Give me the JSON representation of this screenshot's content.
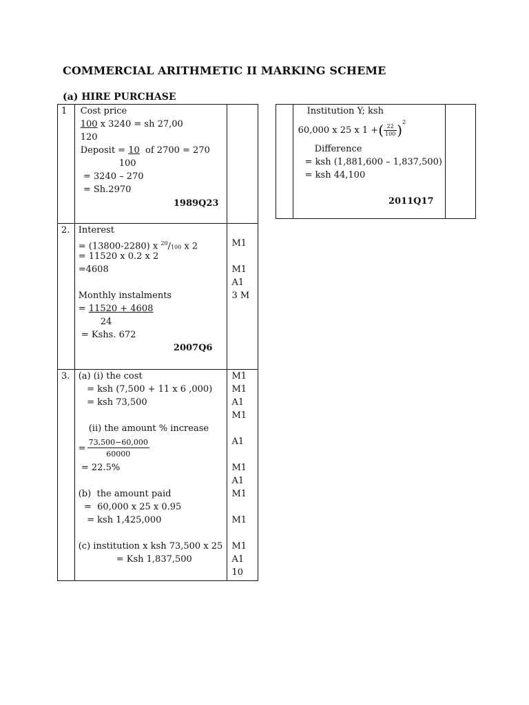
{
  "title": "COMMERCIAL ARITHMETIC II MARKING SCHEME",
  "section": "(a) HIRE PURCHASE",
  "q1": {
    "num": "1",
    "l1": "Cost price",
    "l2a": "100",
    "l2b": " x 3240 = sh 27,00",
    "l3": "120",
    "l4a": "Deposit = ",
    "l4b": "10",
    "l4c": "  of 2700 = 270",
    "l5": "100",
    "l6": " = 3240 – 270",
    "l7": " = Sh.2970",
    "ref": "1989Q23"
  },
  "q2": {
    "num": "2.",
    "l1": "Interest",
    "l2a": "= (13800-2280) x ",
    "l2b": "20",
    "l2c": "/",
    "l2d": "100",
    "l2e": " x 2",
    "l3": "= 11520 x 0.2 x 2",
    "l4": "=4608",
    "l5": "Monthly instalments",
    "l6a": "= ",
    "l6b": "11520 + 4608",
    "l7": "24",
    "l8": " = Kshs. 672",
    "ref": "2007Q6",
    "marks": [
      "M1",
      "M1",
      "A1",
      "3 M"
    ]
  },
  "q3": {
    "num": "3.",
    "l1": "(a) (i) the cost",
    "l2": "   = ksh (7,500 + 11 x 6 ,000)",
    "l3": "   = ksh 73,500",
    "l4": "(ii) the amount % increase",
    "frac_num": "73,500−60,000",
    "frac_den": "60000",
    "eq": "=",
    "l6": " = 22.5%",
    "l7": "(b)  the amount paid",
    "l8": "  =  60,000 x 25 x 0.95",
    "l9": "   = ksh 1,425,000",
    "l10": "(c) institution x ksh 73,500 x 25",
    "l11": "= Ksh 1,837,500",
    "marks": [
      "M1",
      "M1",
      "A1",
      "M1",
      "A1",
      "M1",
      "A1",
      "M1",
      "M1",
      "M1",
      "A1",
      "10"
    ]
  },
  "q4": {
    "l1": "Institution Y; ksh",
    "l2a": "60,000 x 25 x 1 +",
    "l2_num": "22",
    "l2_den": "100",
    "l2_exp": "2",
    "l3": "Difference",
    "l4": "= ksh (1,881,600 – 1,837,500)",
    "l5": "= ksh 44,100",
    "ref": "2011Q17"
  }
}
